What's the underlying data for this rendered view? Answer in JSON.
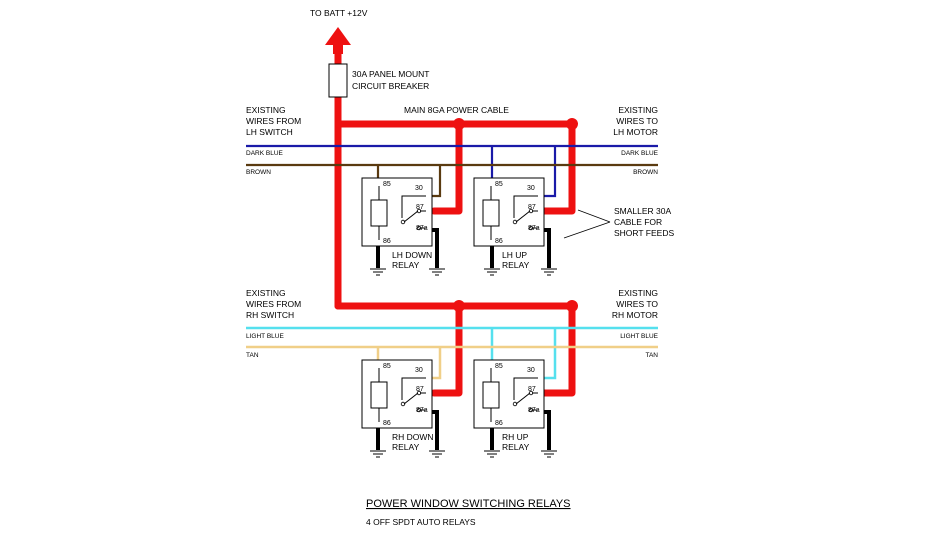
{
  "top_label": "TO BATT +12V",
  "breaker_label": [
    "30A PANEL MOUNT",
    "CIRCUIT BREAKER"
  ],
  "main_cable_label": "MAIN 8GA POWER CABLE",
  "lh_switch_label": [
    "EXISTING",
    "WIRES FROM",
    "LH SWITCH"
  ],
  "lh_motor_label": [
    "EXISTING",
    "WIRES TO",
    "LH MOTOR"
  ],
  "rh_switch_label": [
    "EXISTING",
    "WIRES FROM",
    "RH SWITCH"
  ],
  "rh_motor_label": [
    "EXISTING",
    "WIRES TO",
    "RH MOTOR"
  ],
  "wire_labels": {
    "dark_blue": "DARK BLUE",
    "brown": "BROWN",
    "light_blue": "LIGHT BLUE",
    "tan": "TAN"
  },
  "pins": {
    "p85": "85",
    "p86": "86",
    "p30": "30",
    "p87": "87",
    "p87a": "87a"
  },
  "relays": [
    {
      "name": [
        "LH DOWN",
        "RELAY"
      ]
    },
    {
      "name": [
        "LH UP",
        "RELAY"
      ]
    },
    {
      "name": [
        "RH DOWN",
        "RELAY"
      ]
    },
    {
      "name": [
        "RH UP",
        "RELAY"
      ]
    }
  ],
  "feed_note": [
    "SMALLER 30A",
    "CABLE FOR",
    "SHORT FEEDS"
  ],
  "title": "POWER WINDOW SWITCHING RELAYS",
  "subtitle": "4 OFF SPDT AUTO RELAYS",
  "colors": {
    "power": "#ee1111",
    "ground": "#000000",
    "dark_blue": "#1a1aa8",
    "brown": "#5a3a10",
    "light_blue": "#55e0ee",
    "tan": "#f0cf88"
  }
}
